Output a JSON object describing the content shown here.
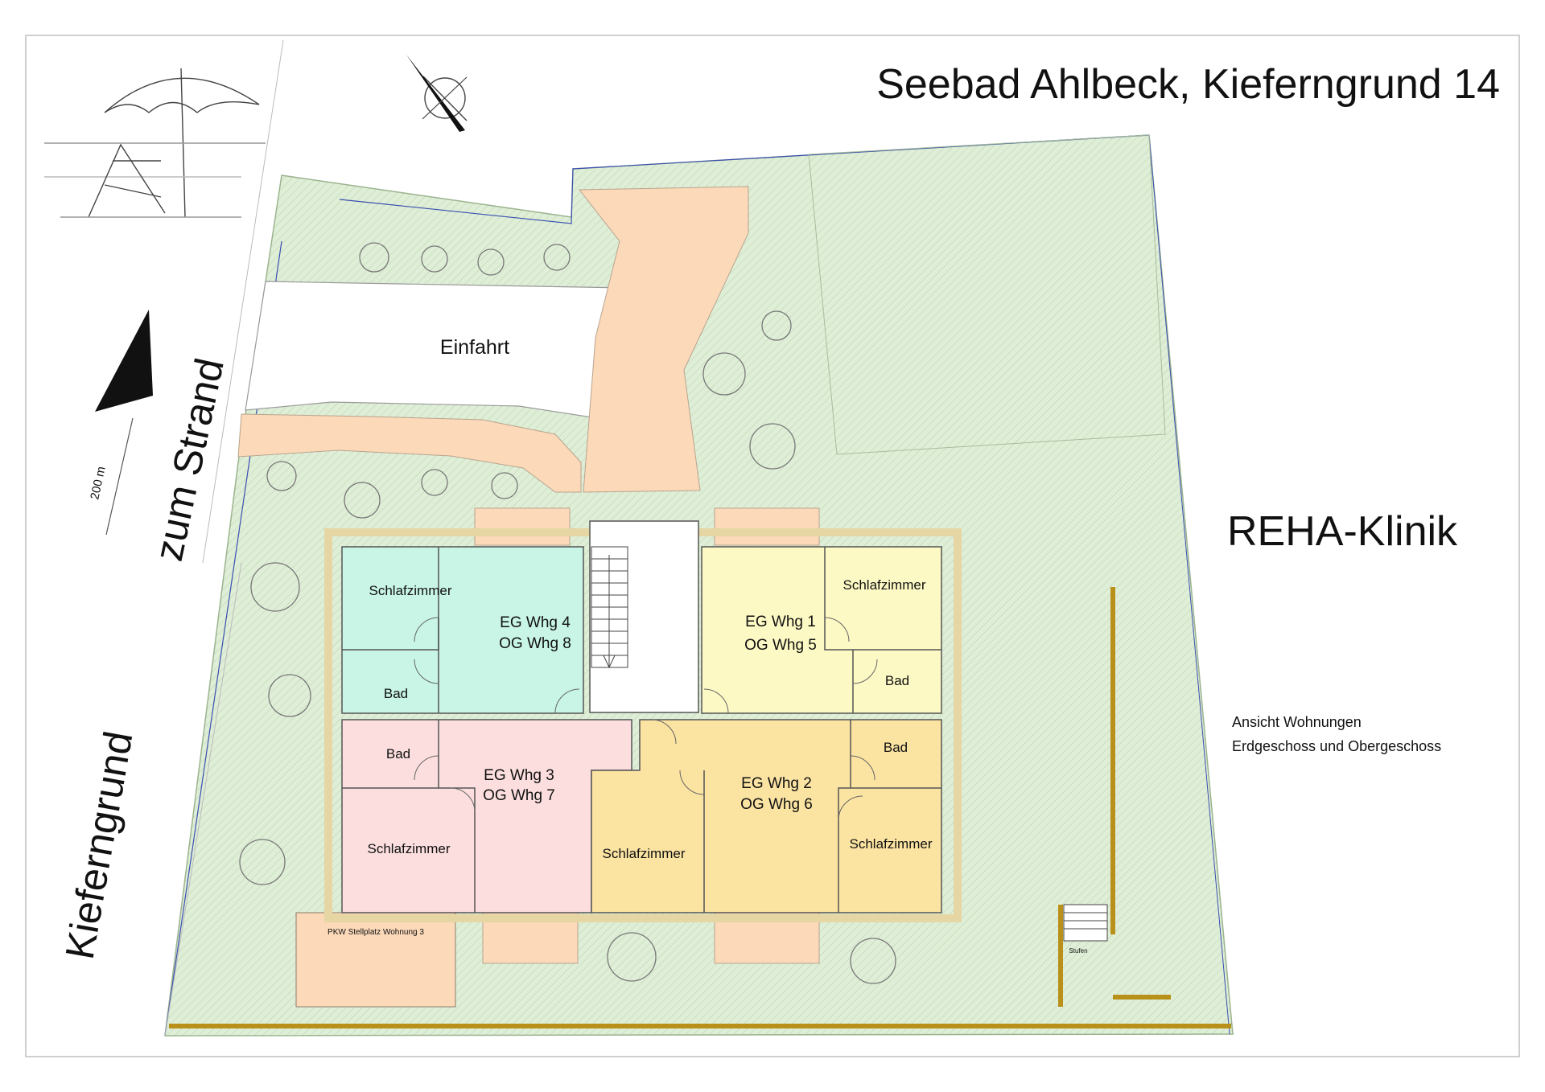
{
  "title": "Seebad Ahlbeck, Kieferngrund 14",
  "neighbor_label": "REHA-Klinik",
  "legend": {
    "line1": "Ansicht Wohnungen",
    "line2": "Erdgeschoss und Obergeschoss"
  },
  "directions": {
    "to_beach": "zum Strand",
    "distance": "200 m",
    "street": "Kieferngrund"
  },
  "site": {
    "driveway": "Einfahrt",
    "parking": "PKW Stellplatz Wohnung 3",
    "steps": "Stufen"
  },
  "apartments": [
    {
      "line1": "EG Whg 4",
      "line2": "OG Whg 8",
      "color": "#c8f5e6"
    },
    {
      "line1": "EG Whg 1",
      "line2": "OG Whg 5",
      "color": "#fdf9c4"
    },
    {
      "line1": "EG Whg 3",
      "line2": "OG Whg 7",
      "color": "#fcdede"
    },
    {
      "line1": "EG Whg 2",
      "line2": "OG Whg 6",
      "color": "#fbe3a2"
    }
  ],
  "rooms": {
    "bedroom": "Schlafzimmer",
    "bath": "Bad"
  },
  "colors": {
    "garden": "#dbe9d3",
    "paving": "#fbd9b9",
    "fence": "#b8901a",
    "building_outline": "#f2e6bf"
  }
}
